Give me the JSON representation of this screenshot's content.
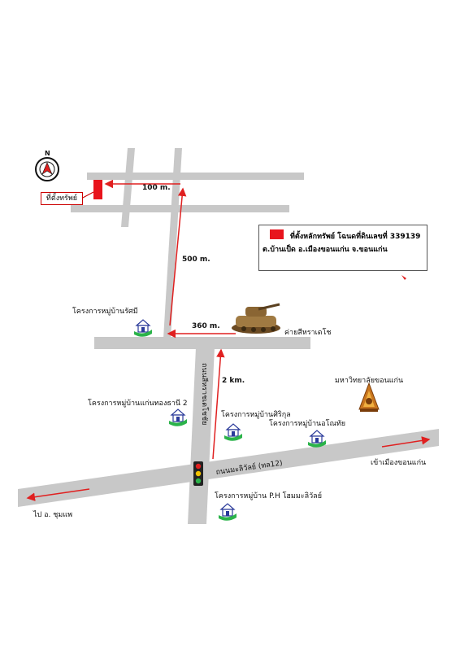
{
  "map": {
    "north_label": "N",
    "property_label": "ที่ตั้งทรัพย์",
    "legend": {
      "line1": "ที่ตั้งหลักทรัพย์ โฉนดที่ดินเลขที่ 339139",
      "line2": "ต.บ้านเป็ด อ.เมืองขอนแก่น  จ.ขอนแก่น",
      "swatch_color": "#e8141c"
    },
    "distances": {
      "d100": "100 m.",
      "d500": "500 m.",
      "d360": "360 m.",
      "d2km": "2 km."
    },
    "roads": {
      "sihadecha": "ถนนสีหราชเดโชชัย",
      "mittraphap": "ถนนมะลิวัลย์ (ทล12)",
      "to_chumphae": "ไป อ. ชุมแพ",
      "to_khonkaen": "เข้าเมืองขอนแก่น"
    },
    "places": {
      "ratsami": "โครงการหมู่บ้านรัศมี",
      "camp": "ค่ายสีหราเดโช",
      "university": "มหาวิทยาลัยขอนแก่น",
      "kaenthong": "โครงการหมู่บ้านแก่นทองธานี 2",
      "sirikul": "โครงการหมู่บ้านศิริกุล",
      "athitya": "โครงการหมู่บ้านอโณทัย",
      "ph_home": "โครงการหมู่บ้าน P.H โฮมมะลิวัลย์"
    },
    "colors": {
      "road": "#c8c8c8",
      "arrow": "#e02020",
      "property": "#e8141c"
    },
    "icons": [
      "compass-icon",
      "house-icon",
      "tank-icon",
      "university-emblem-icon",
      "traffic-light-icon"
    ]
  }
}
